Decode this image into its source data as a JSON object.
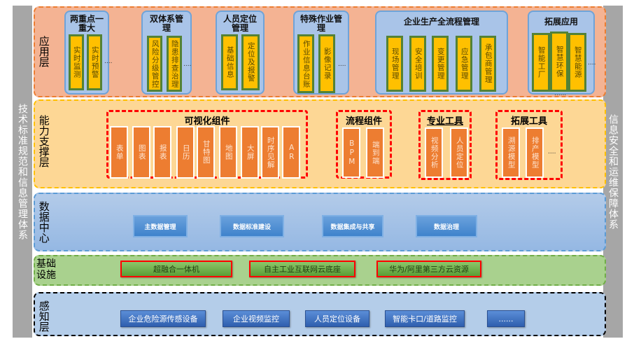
{
  "left_sidebar": {
    "label": "技术标准规范和信息管理体系"
  },
  "right_sidebar": {
    "label": "信息安全和运维保障体系"
  },
  "application_layer": {
    "label": "应用层",
    "groups": [
      {
        "title": "两重点一重大",
        "items": [
          "实时监测",
          "实时预警"
        ],
        "more": "...."
      },
      {
        "title": "双体系管理",
        "items": [
          "风险分级管控",
          "隐患排查治理"
        ],
        "more": "...."
      },
      {
        "title": "人员定位管理",
        "items": [
          "基础信息",
          "定位及报警"
        ],
        "more": ""
      },
      {
        "title": "特殊作业管理",
        "items": [
          "作业信息台账",
          "影像记录"
        ],
        "more": "...."
      },
      {
        "title": "企业生产全流程管理",
        "items": [
          "现场管理",
          "安全培训",
          "变更管理",
          "应急管理",
          "承包商管理"
        ],
        "more": ""
      },
      {
        "title": "拓展应用",
        "items": [
          "智能工厂",
          "智慧环保",
          "智慧能源"
        ],
        "more": "....",
        "more_below": "......"
      }
    ]
  },
  "capability_layer": {
    "label": "能力支撑层",
    "groups": [
      {
        "title": "可视化组件",
        "items": [
          "表单",
          "图表",
          "报表",
          "日历",
          "甘特图",
          "地图",
          "大屏",
          "时序见解",
          "AR"
        ],
        "more": ""
      },
      {
        "title": "流程组件",
        "items": [
          "BPM",
          "端到端"
        ],
        "more": ""
      },
      {
        "title": "专业工具",
        "items": [
          "视频分析",
          "人员定位"
        ],
        "more": ""
      },
      {
        "title": "拓展工具",
        "items": [
          "溯源模型",
          "排产模型"
        ],
        "more": "...."
      }
    ]
  },
  "data_layer": {
    "label": "数据中心",
    "items": [
      "主数据管理",
      "数据标准建设",
      "数据集成与共享",
      "数据治理"
    ]
  },
  "infrastructure_layer": {
    "label": "基础设施",
    "items": [
      "超融合一体机",
      "自主工业互联网云底座",
      "华为/阿里第三方云资源"
    ]
  },
  "perception_layer": {
    "label": "感知层",
    "items": [
      "企业危险源传感设备",
      "企业视频监控",
      "人员定位设备",
      "智能卡口/道路监控",
      "......"
    ]
  }
}
